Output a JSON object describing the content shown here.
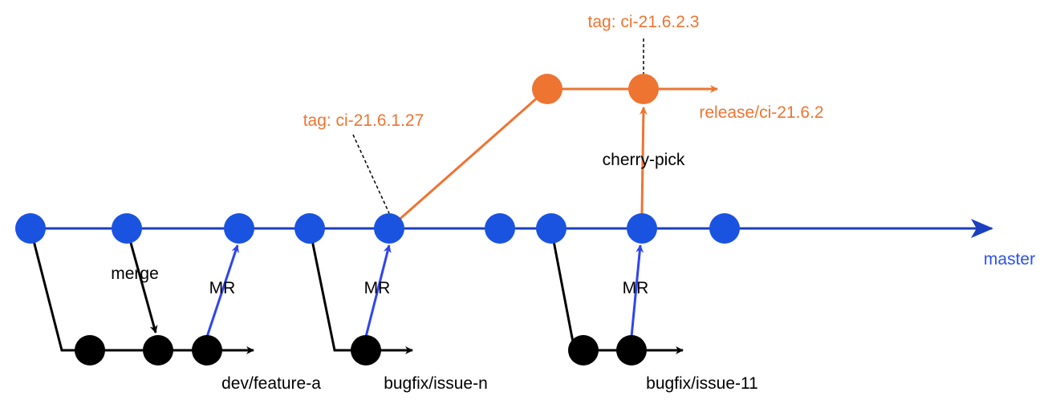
{
  "colors": {
    "master": "#1a53e0",
    "master_line": "#1b3fbf",
    "master_label": "#2b50f0",
    "branch": "#000000",
    "release": "#ee7431",
    "mr_arrow": "#2e45ee",
    "tag_leader": "#000000"
  },
  "labels": {
    "merge": "merge",
    "mr": "MR",
    "cherry_pick": "cherry-pick"
  },
  "branches": {
    "master": "master",
    "feature_a": "dev/feature-a",
    "issue_n": "bugfix/issue-n",
    "issue_11": "bugfix/issue-11",
    "release": "release/ci-21.6.2"
  },
  "tags": {
    "tag_1": "tag: ci-21.6.1.27",
    "tag_2": "tag: ci-21.6.2.3"
  }
}
